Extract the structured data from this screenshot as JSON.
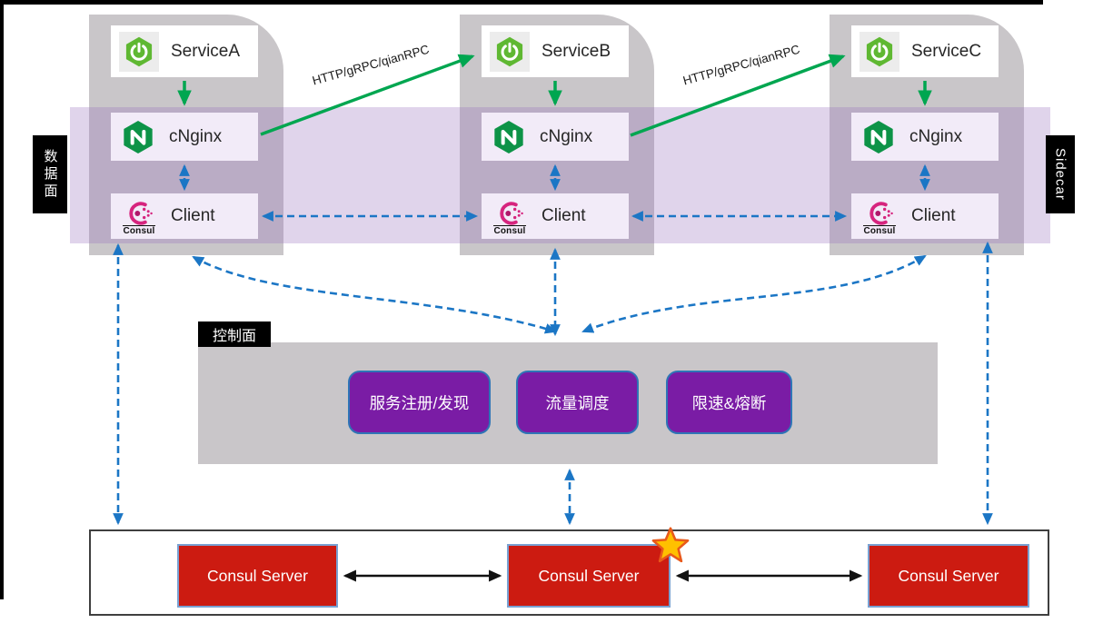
{
  "data_plane_label": "数据面",
  "sidecar_label": "Sidecar",
  "columns": [
    {
      "service": "ServiceA",
      "proxy": "cNginx",
      "client": "Client",
      "consul_word": "Consul"
    },
    {
      "service": "ServiceB",
      "proxy": "cNginx",
      "client": "Client",
      "consul_word": "Consul"
    },
    {
      "service": "ServiceC",
      "proxy": "cNginx",
      "client": "Client",
      "consul_word": "Consul"
    }
  ],
  "links": {
    "rpc_label_1": "HTTP/gRPC/qianRPC",
    "rpc_label_2": "HTTP/gRPC/qianRPC"
  },
  "control_plane": {
    "label": "控制面",
    "buttons": [
      "服务注册/发现",
      "流量调度",
      "限速&熔断"
    ]
  },
  "server_cluster": {
    "servers": [
      "Consul Server",
      "Consul Server",
      "Consul Server"
    ]
  },
  "icons": {
    "spring_boot": "green hexagon with power glyph",
    "nginx": "green hexagon with white N",
    "consul": "magenta dotted circle",
    "leader_star": "gold star marking leader consul server"
  },
  "colors": {
    "column_gray": "#c9c6c9",
    "band_purple": "rgba(153,113,190,0.30)",
    "green_arrow": "#00a650",
    "blue_dashed": "#1b76c5",
    "button_purple": "#7a1ca5",
    "button_border": "#2e75b6",
    "server_red": "#cc1b11",
    "star_gold": "#ffc000"
  }
}
